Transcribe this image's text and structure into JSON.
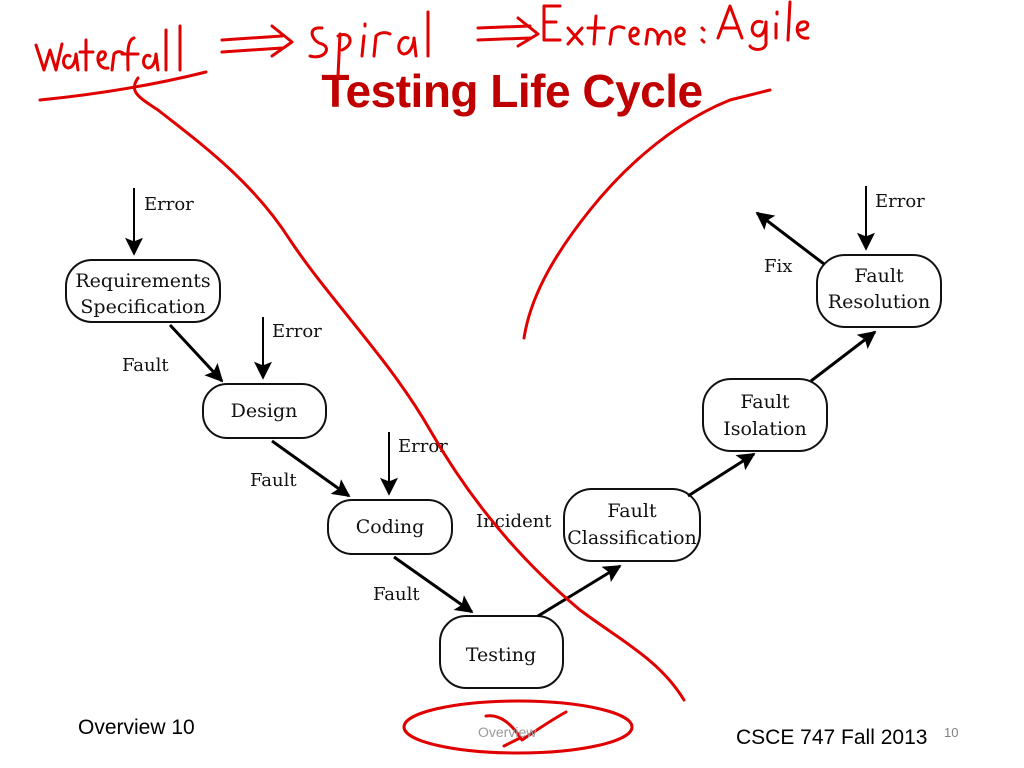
{
  "slide": {
    "title": "Testing Life Cycle",
    "footer_left": "Overview 10",
    "footer_center": "Overview",
    "footer_right": "CSCE 747 Fall 2013",
    "page_number": "10"
  },
  "annotation": {
    "handwriting": [
      "waterfall",
      "spiral",
      "Extreme",
      "Agile"
    ]
  },
  "diagram": {
    "nodes": {
      "requirements": [
        "Requirements",
        "Specification"
      ],
      "design": [
        "Design"
      ],
      "coding": [
        "Coding"
      ],
      "testing": [
        "Testing"
      ],
      "classification": [
        "Fault",
        "Classification"
      ],
      "isolation": [
        "Fault",
        "Isolation"
      ],
      "resolution": [
        "Fault",
        "Resolution"
      ]
    },
    "edge_labels": {
      "error": "Error",
      "fault": "Fault",
      "incident": "Incident",
      "fix": "Fix"
    }
  },
  "colors": {
    "title": "#c00000",
    "ink": "#e00000"
  }
}
